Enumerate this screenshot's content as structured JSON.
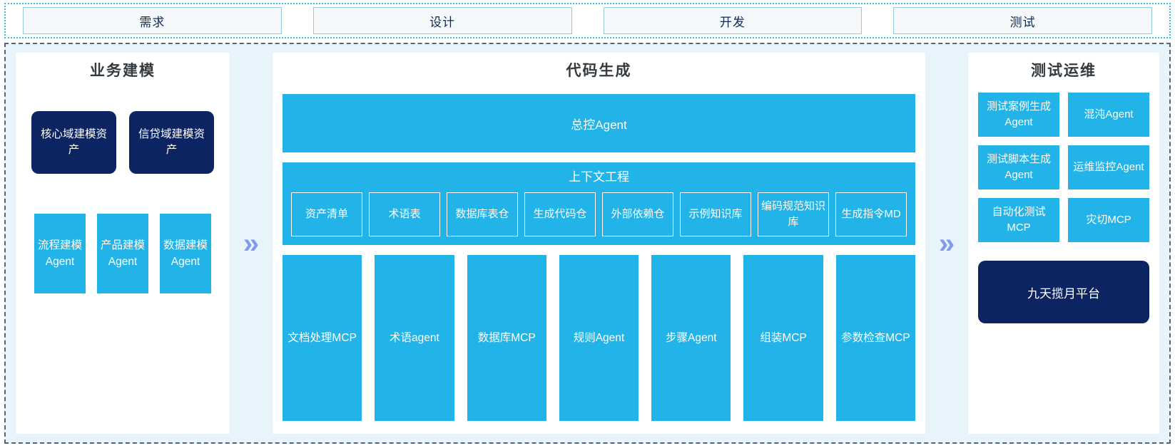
{
  "colors": {
    "cyan": "#22b3e8",
    "navy": "#0d2463",
    "arrow": "#7e9bf0",
    "container_bg": "#e8f4fc",
    "phase_fill": "#f4f8fb",
    "phase_border": "#9dc6dd"
  },
  "phases": [
    {
      "label": "需求"
    },
    {
      "label": "设计"
    },
    {
      "label": "开发"
    },
    {
      "label": "测试"
    }
  ],
  "arrows": {
    "left_to_center": "»",
    "center_to_right": "»"
  },
  "left_panel": {
    "title": "业务建模",
    "assets": [
      {
        "label": "核心域建模资产"
      },
      {
        "label": "信贷域建模资产"
      }
    ],
    "agents": [
      {
        "label": "流程建模Agent"
      },
      {
        "label": "产品建模Agent"
      },
      {
        "label": "数据建模Agent"
      }
    ]
  },
  "center_panel": {
    "title": "代码生成",
    "master_agent": "总控Agent",
    "context": {
      "title": "上下文工程",
      "items": [
        {
          "label": "资产清单"
        },
        {
          "label": "术语表"
        },
        {
          "label": "数据库表仓"
        },
        {
          "label": "生成代码仓"
        },
        {
          "label": "外部依赖仓"
        },
        {
          "label": "示例知识库"
        },
        {
          "label": "编码规范知识库"
        },
        {
          "label": "生成指令MD"
        }
      ]
    },
    "tools": [
      {
        "label": "文档处理MCP"
      },
      {
        "label": "术语agent"
      },
      {
        "label": "数据库MCP"
      },
      {
        "label": "规则Agent"
      },
      {
        "label": "步骤Agent"
      },
      {
        "label": "组装MCP"
      },
      {
        "label": "参数检查MCP"
      }
    ]
  },
  "right_panel": {
    "title": "测试运维",
    "cards": [
      {
        "label": "测试案例生成Agent"
      },
      {
        "label": "混沌Agent"
      },
      {
        "label": "测试脚本生成Agent"
      },
      {
        "label": "运维监控Agent"
      },
      {
        "label": "自动化测试MCP"
      },
      {
        "label": "灾切MCP"
      }
    ],
    "platform": "九天揽月平台"
  }
}
